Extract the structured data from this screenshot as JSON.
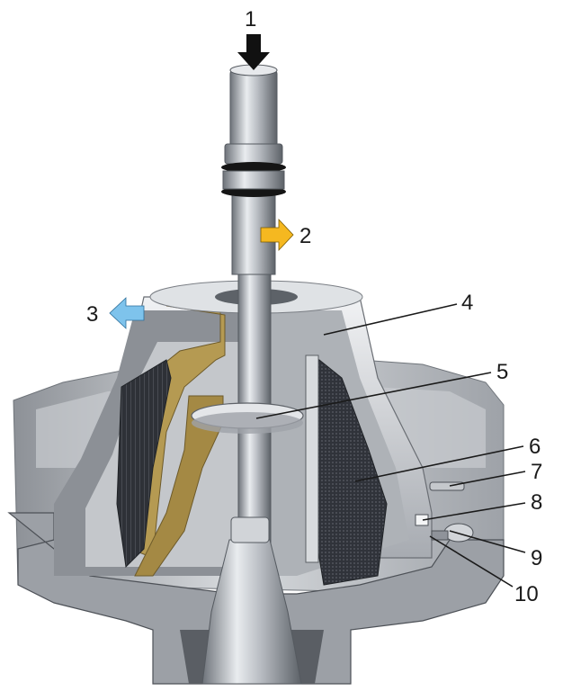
{
  "diagram": {
    "labels": [
      "1",
      "2",
      "3",
      "4",
      "5",
      "6",
      "7",
      "8",
      "9",
      "10"
    ],
    "colors": {
      "inlet_arrow": "#111111",
      "outlet_light_arrow": "#f5b820",
      "outlet_heavy_arrow": "#7ec3ec",
      "metal": "#b8bcc2",
      "gasket_brass": "#b59a52",
      "disc_stack": "#3a3d44"
    }
  }
}
